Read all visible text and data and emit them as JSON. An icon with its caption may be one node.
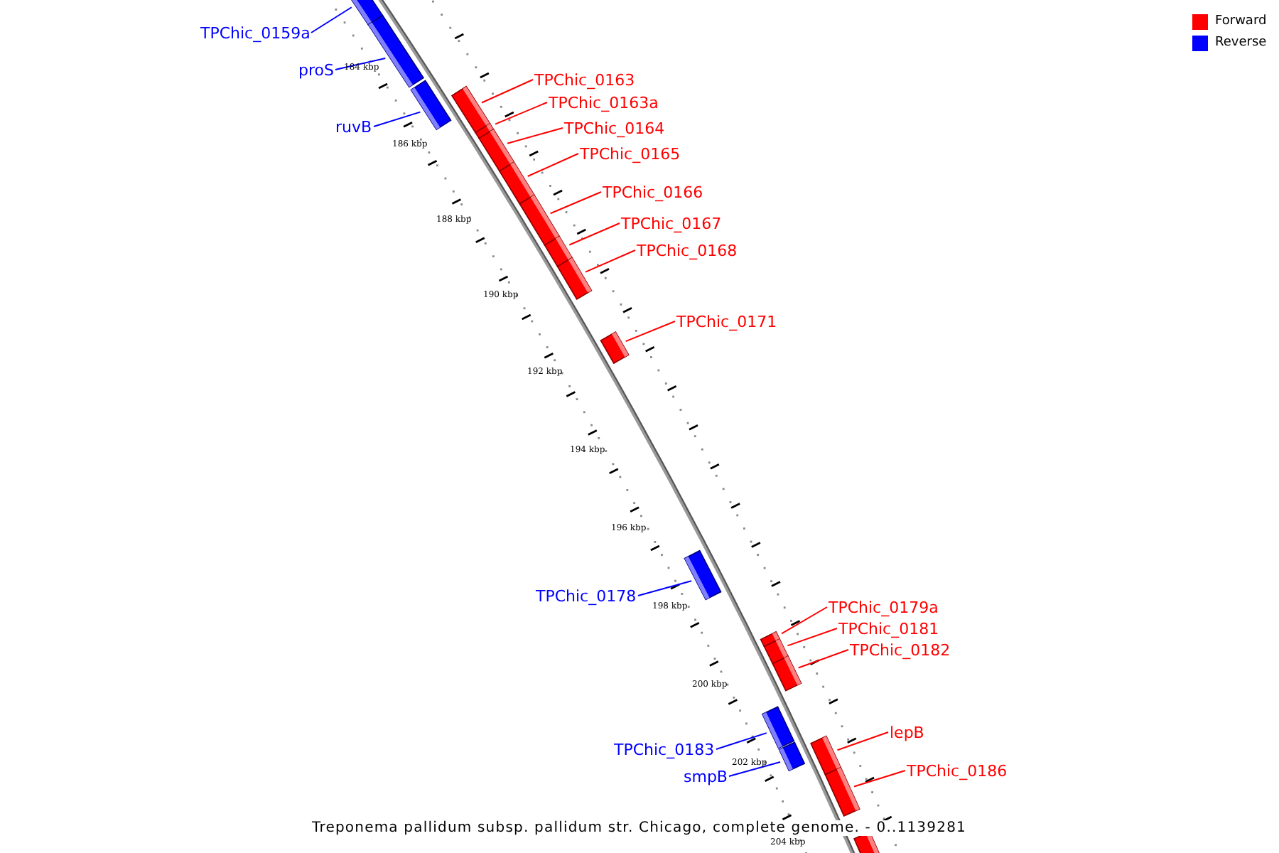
{
  "diagram": {
    "caption": "Treponema pallidum subsp. pallidum str. Chicago, complete genome. - 0..1139281",
    "nodes": [
      {
        "text": [
          "TPChic_0159a"
        ]
      },
      {
        "text": [],
        "shape": "bar"
      },
      {
        "text": [
          "proS"
        ]
      },
      {
        "text": [],
        "shape": "bar"
      },
      {
        "text": [
          "ruvB"
        ]
      },
      {
        "text": [],
        "shape": "bar"
      },
      {
        "text": [
          "TPChic_0163"
        ]
      },
      {
        "text": [],
        "shape": "bar"
      },
      {
        "text": [
          "TPChic_0163a"
        ]
      },
      {
        "text": [],
        "shape": "bar"
      },
      {
        "text": [
          "TPChic_0164"
        ]
      },
      {
        "text": [],
        "shape": "bar"
      },
      {
        "text": [
          "TPChic_0165"
        ]
      },
      {
        "text": [],
        "shape": "bar"
      },
      {
        "text": [
          "TPChic_0166"
        ]
      },
      {
        "text": [],
        "shape": "bar"
      },
      {
        "text": [
          "TPChic_0167"
        ]
      },
      {
        "text": [],
        "shape": "bar"
      },
      {
        "text": [
          "TPChic_0168"
        ]
      },
      {
        "text": [],
        "shape": "bar"
      },
      {
        "text": [
          "TPChic_0171"
        ]
      },
      {
        "text": [],
        "shape": "bar"
      },
      {
        "text": [
          "TPChic_0178"
        ]
      },
      {
        "text": [],
        "shape": "bar"
      },
      {
        "text": [
          "TPChic_0179a"
        ]
      },
      {
        "text": [],
        "shape": "bar"
      },
      {
        "text": [
          "TPChic_0181"
        ]
      },
      {
        "text": [],
        "shape": "bar"
      },
      {
        "text": [
          "TPChic_0182"
        ]
      },
      {
        "text": [],
        "shape": "bar"
      },
      {
        "text": [
          "TPChic_0183"
        ]
      },
      {
        "text": [],
        "shape": "bar"
      },
      {
        "text": [
          "smpB"
        ]
      },
      {
        "text": [],
        "shape": "bar"
      },
      {
        "text": [
          "lepB"
        ]
      },
      {
        "text": [],
        "shape": "bar"
      },
      {
        "text": [
          "TPChic_0186"
        ]
      },
      {
        "text": [],
        "shape": "bar"
      },
      {
        "text": [],
        "shape": "bar"
      }
    ],
    "edges": [
      {
        "from": 0,
        "to": 1,
        "arrow": "none",
        "color": "#0000ff"
      },
      {
        "from": 2,
        "to": 3,
        "arrow": "none",
        "color": "#0000ff"
      },
      {
        "from": 4,
        "to": 5,
        "arrow": "none",
        "color": "#0000ff"
      },
      {
        "from": 6,
        "to": 7,
        "arrow": "none"
      },
      {
        "from": 8,
        "to": 9,
        "arrow": "none"
      },
      {
        "from": 10,
        "to": 11,
        "arrow": "none"
      },
      {
        "from": 12,
        "to": 13,
        "arrow": "none"
      },
      {
        "from": 14,
        "to": 15,
        "arrow": "none"
      },
      {
        "from": 16,
        "to": 17,
        "arrow": "none"
      },
      {
        "from": 18,
        "to": 19,
        "arrow": "none"
      },
      {
        "from": 20,
        "to": 21,
        "arrow": "none"
      },
      {
        "from": 22,
        "to": 23,
        "arrow": "none",
        "color": "#0000ff"
      },
      {
        "from": 24,
        "to": 25,
        "arrow": "none"
      },
      {
        "from": 26,
        "to": 27,
        "arrow": "none"
      },
      {
        "from": 28,
        "to": 29,
        "arrow": "none"
      },
      {
        "from": 30,
        "to": 31,
        "arrow": "none",
        "color": "#0000ff"
      },
      {
        "from": 32,
        "to": 33,
        "arrow": "none",
        "color": "#0000ff"
      },
      {
        "from": 34,
        "to": 35,
        "arrow": "none"
      },
      {
        "from": 36,
        "to": 37,
        "arrow": "none"
      }
    ],
    "labels": [
      "184 kbp",
      "186 kbp",
      "188 kbp",
      "190 kbp",
      "192 kbp",
      "194 kbp",
      "196 kbp",
      "198 kbp",
      "200 kbp",
      "202 kbp",
      "204 kbp"
    ],
    "legend": [
      {
        "text": "Forward",
        "color": "#ff0000"
      },
      {
        "text": "Reverse",
        "color": "#0000ff"
      }
    ]
  }
}
